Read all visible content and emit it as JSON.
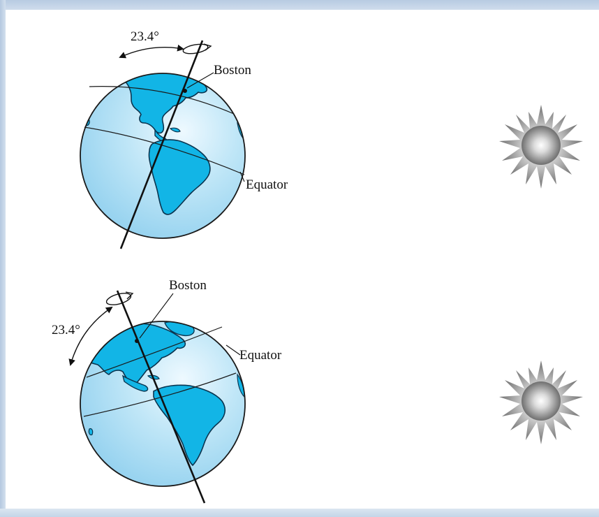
{
  "labels": {
    "top_angle": "23.4°",
    "top_city": "Boston",
    "top_equator": "Equator",
    "bottom_angle": "23.4°",
    "bottom_city": "Boston",
    "bottom_equator": "Equator"
  },
  "colors": {
    "ocean": "#a9dcf3",
    "land": "#12b5e6",
    "outline": "#1a1a1a",
    "sun_core": "#ffffff",
    "sun_edge": "#7a7a7a"
  },
  "icons": {
    "top_sun": "sun-icon",
    "bottom_sun": "sun-icon"
  }
}
